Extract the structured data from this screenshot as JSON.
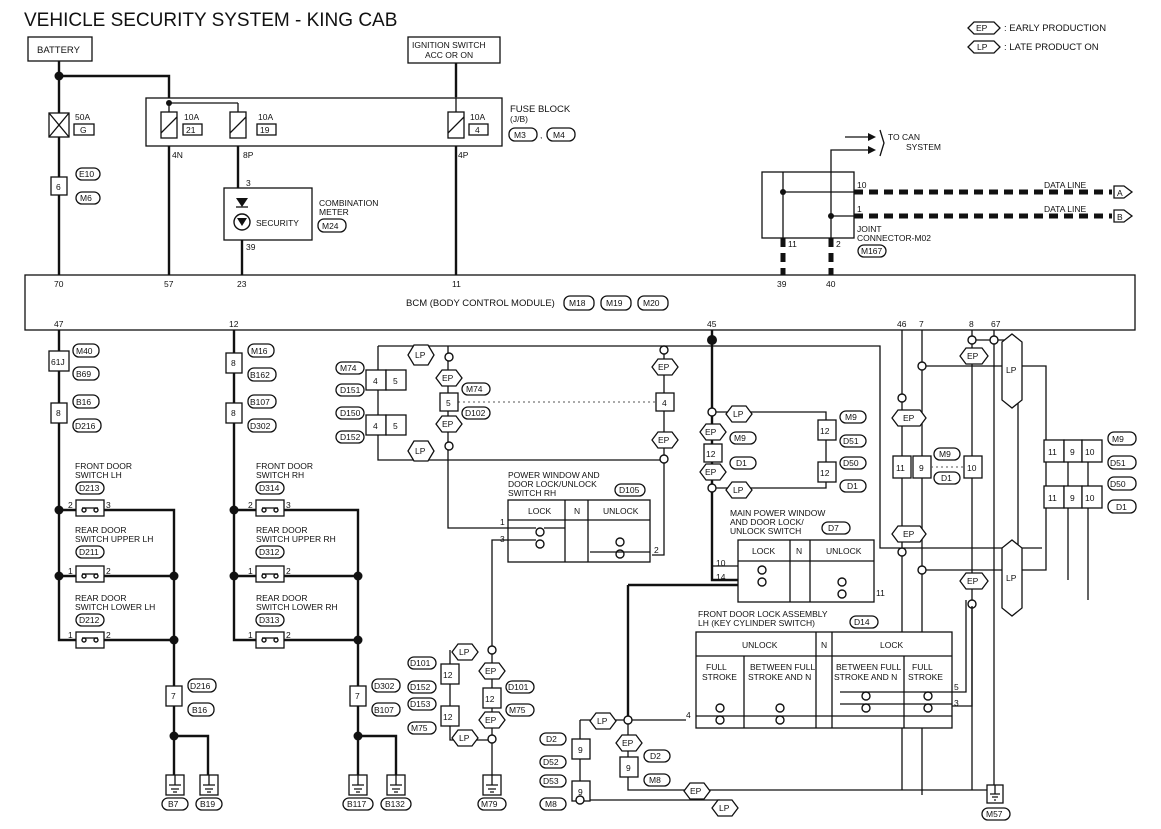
{
  "title": "VEHICLE SECURITY SYSTEM - KING CAB",
  "legend": [
    {
      "code": "EP",
      "text": ": EARLY PRODUCTION"
    },
    {
      "code": "LP",
      "text": ": LATE PRODUCT ON"
    }
  ],
  "battery": "BATTERY",
  "ignition": [
    "IGNITION SWITCH",
    "ACC OR ON"
  ],
  "fuse_block": {
    "label": "FUSE BLOCK",
    "sub": "(J/B)",
    "connectors": [
      "M3",
      "M4"
    ],
    "pins": [
      "4N",
      "8P",
      "4P"
    ]
  },
  "fuses": [
    {
      "amp": "50A",
      "id": "G"
    },
    {
      "amp": "10A",
      "id": "21"
    },
    {
      "amp": "10A",
      "id": "19"
    },
    {
      "amp": "10A",
      "id": "4"
    }
  ],
  "fusible": {
    "pin": "6",
    "connectors": [
      "E10",
      "M6"
    ]
  },
  "combination_meter": {
    "label": [
      "COMBINATION",
      "METER"
    ],
    "connector": "M24",
    "lamp": "SECURITY",
    "pins": [
      "3",
      "39"
    ]
  },
  "can": {
    "lines": [
      "TO CAN",
      "SYSTEM"
    ],
    "data_line": "DATA LINE",
    "ends": [
      "A",
      "B"
    ],
    "pins": [
      "10",
      "1",
      "11",
      "2"
    ],
    "joint": [
      "JOINT",
      "CONNECTOR-M02"
    ],
    "joint_conn": "M167"
  },
  "bcm": {
    "label": "BCM (BODY CONTROL MODULE)",
    "connectors": [
      "M18",
      "M19",
      "M20"
    ],
    "top_pins": [
      "70",
      "57",
      "23",
      "11",
      "39",
      "40"
    ],
    "bottom_pins": [
      "47",
      "12",
      "45",
      "46",
      "7",
      "8",
      "67"
    ]
  },
  "left_inline": [
    {
      "pin": "61J",
      "conns": [
        "M40",
        "B69"
      ]
    },
    {
      "pin": "8",
      "conns": [
        "B16",
        "D216"
      ]
    }
  ],
  "right_inline": [
    {
      "pin": "8",
      "conns": [
        "M16",
        "B162"
      ]
    },
    {
      "pin": "8",
      "conns": [
        "B107",
        "D302"
      ]
    }
  ],
  "front_door_lh": {
    "label": [
      "FRONT DOOR",
      "SWITCH LH"
    ],
    "conn": "D213",
    "pins": [
      "2",
      "3"
    ]
  },
  "rear_upper_lh": {
    "label": [
      "REAR DOOR",
      "SWITCH UPPER LH"
    ],
    "conn": "D211",
    "pins": [
      "1",
      "2"
    ]
  },
  "rear_lower_lh": {
    "label": [
      "REAR DOOR",
      "SWITCH LOWER LH"
    ],
    "conn": "D212",
    "pins": [
      "1",
      "2"
    ]
  },
  "front_door_rh": {
    "label": [
      "FRONT DOOR",
      "SWITCH RH"
    ],
    "conn": "D314",
    "pins": [
      "2",
      "3"
    ]
  },
  "rear_upper_rh": {
    "label": [
      "REAR DOOR",
      "SWITCH UPPER RH"
    ],
    "conn": "D312",
    "pins": [
      "1",
      "2"
    ]
  },
  "rear_lower_rh": {
    "label": [
      "REAR DOOR",
      "SWITCH LOWER RH"
    ],
    "conn": "D313",
    "pins": [
      "1",
      "2"
    ]
  },
  "lower_left_inline": {
    "pin": "7",
    "conns": [
      "D216",
      "B16"
    ]
  },
  "lower_right_inline": {
    "pin": "7",
    "conns": [
      "D302",
      "B107"
    ]
  },
  "grounds": [
    "B7",
    "B19",
    "B117",
    "B132",
    "M79",
    "M57"
  ],
  "mid_connectors": {
    "left": [
      "M74",
      "D151",
      "D150",
      "D152"
    ],
    "pins": [
      "4",
      "5",
      "4",
      "5",
      "5",
      "4"
    ],
    "mid": [
      "M74",
      "D102"
    ]
  },
  "pw_rh": {
    "label": [
      "POWER WINDOW AND",
      "DOOR LOCK/UNLOCK",
      "SWITCH RH"
    ],
    "conn": "D105",
    "cols": [
      "LOCK",
      "N",
      "UNLOCK"
    ],
    "pins": [
      "1",
      "3",
      "2"
    ]
  },
  "main_pw": {
    "label": [
      "MAIN POWER WINDOW",
      "AND DOOR LOCK/",
      "UNLOCK SWITCH"
    ],
    "conn": "D7",
    "cols": [
      "LOCK",
      "N",
      "UNLOCK"
    ],
    "pins": [
      "10",
      "14",
      "11"
    ]
  },
  "front_lock_lh": {
    "label": [
      "FRONT DOOR LOCK ASSEMBLY",
      "LH (KEY CYLINDER SWITCH)"
    ],
    "conn": "D14",
    "cols": [
      "UNLOCK",
      "N",
      "LOCK"
    ],
    "sub": [
      "FULL",
      "STROKE",
      "BETWEEN FULL",
      "STROKE AND N",
      "BETWEEN FULL",
      "STROKE AND N",
      "FULL",
      "STROKE"
    ],
    "pins": [
      "4",
      "5",
      "3"
    ]
  },
  "center_conns": {
    "right": [
      "M9",
      "D1",
      "M9",
      "D1"
    ],
    "pins": [
      "12",
      "12",
      "12",
      "12"
    ],
    "right_box": [
      "M9",
      "D51",
      "D50",
      "D1"
    ]
  },
  "right_cluster": {
    "pins": [
      "11",
      "9",
      "10",
      "11",
      "9",
      "10",
      "11",
      "9",
      "10"
    ],
    "conns": [
      "M9",
      "D51",
      "D50",
      "D1"
    ],
    "mid": [
      "M9",
      "D1"
    ]
  },
  "bottom_mid": {
    "left": [
      "D101",
      "D152",
      "D153",
      "M75"
    ],
    "right": [
      "D101",
      "M75"
    ],
    "pins": [
      "12",
      "12",
      "12"
    ]
  },
  "bottom_lock": {
    "left": [
      "D2",
      "D52",
      "D53",
      "M8"
    ],
    "right": [
      "D2",
      "M8"
    ],
    "pins": [
      "9",
      "9",
      "9"
    ]
  }
}
